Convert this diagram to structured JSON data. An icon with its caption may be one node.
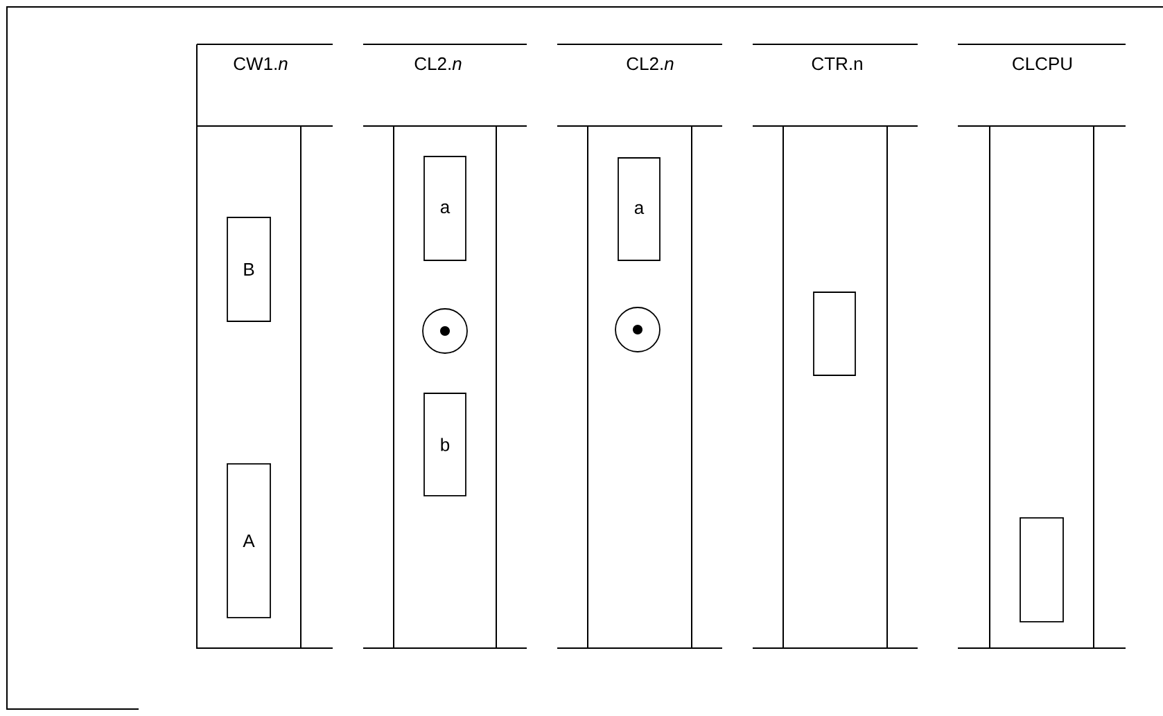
{
  "diagram": {
    "nodes": [
      {
        "text": [
          "CW1.*n*"
        ]
      },
      {
        "text": [
          "B"
        ],
        "in": 0
      },
      {
        "text": [
          "A"
        ],
        "in": 0
      },
      {
        "text": [
          "CL2.*n*"
        ]
      },
      {
        "text": [
          "a"
        ],
        "in": 3
      },
      {
        "text": [],
        "shape": "circle",
        "in": 3
      },
      {
        "text": [
          "b"
        ],
        "in": 3
      },
      {
        "text": [
          "CL2.*n*"
        ]
      },
      {
        "text": [
          "a"
        ],
        "in": 7
      },
      {
        "text": [],
        "shape": "circle",
        "in": 7
      },
      {
        "text": [
          "CTR.n"
        ]
      },
      {
        "text": [],
        "shape": "box",
        "in": 10
      },
      {
        "text": [
          "CLCPU"
        ]
      },
      {
        "text": [],
        "shape": "box",
        "in": 12
      }
    ]
  }
}
